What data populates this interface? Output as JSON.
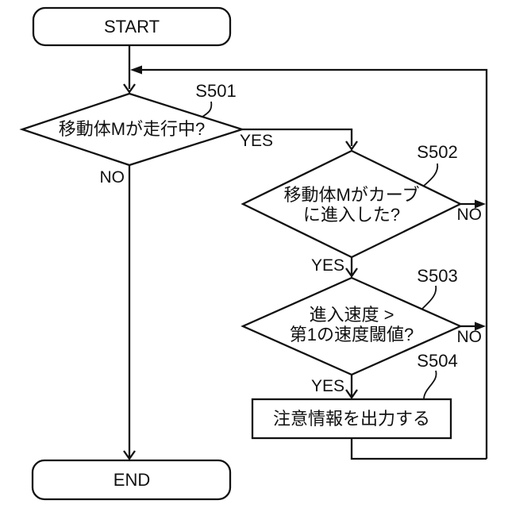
{
  "figure": {
    "background": "#ffffff",
    "line_color": "#111111"
  },
  "nodes": {
    "start": {
      "label": "START"
    },
    "s501": {
      "step": "S501",
      "question": "移動体Mが走行中?",
      "yes": "YES",
      "no": "NO"
    },
    "s502": {
      "step": "S502",
      "question_line1": "移動体Mがカーブ",
      "question_line2": "に進入した?",
      "yes": "YES",
      "no": "NO"
    },
    "s503": {
      "step": "S503",
      "question_line1": "進入速度 >",
      "question_line2": "第1の速度閾値?",
      "yes": "YES",
      "no": "NO"
    },
    "s504": {
      "step": "S504",
      "action": "注意情報を出力する"
    },
    "end": {
      "label": "END"
    }
  }
}
